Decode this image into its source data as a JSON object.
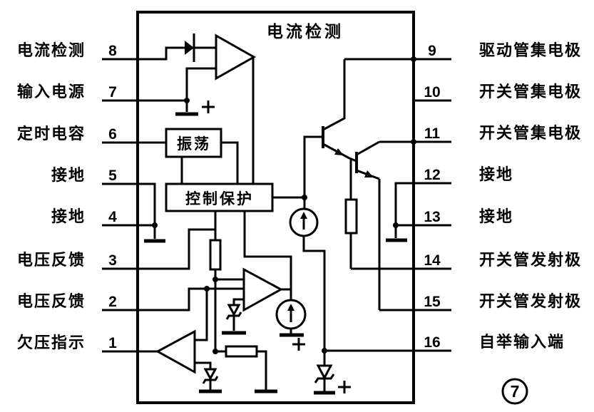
{
  "figure": {
    "inner_title": "电流检测",
    "number": "7"
  },
  "blocks": {
    "oscillator": "振荡",
    "control_protection": "控制保护"
  },
  "left_pins": [
    {
      "number": "8",
      "label": "电流检测"
    },
    {
      "number": "7",
      "label": "输入电源"
    },
    {
      "number": "6",
      "label": "定时电容"
    },
    {
      "number": "5",
      "label": "接地"
    },
    {
      "number": "4",
      "label": "接地"
    },
    {
      "number": "3",
      "label": "电压反馈"
    },
    {
      "number": "2",
      "label": "电压反馈"
    },
    {
      "number": "1",
      "label": "欠压指示"
    }
  ],
  "right_pins": [
    {
      "number": "9",
      "label": "驱动管集电极"
    },
    {
      "number": "10",
      "label": "开关管集电极"
    },
    {
      "number": "11",
      "label": "开关管集电极"
    },
    {
      "number": "12",
      "label": "接地"
    },
    {
      "number": "13",
      "label": "接地"
    },
    {
      "number": "14",
      "label": "开关管发射极"
    },
    {
      "number": "15",
      "label": "开关管发射极"
    },
    {
      "number": "16",
      "label": "自举输入端"
    }
  ]
}
